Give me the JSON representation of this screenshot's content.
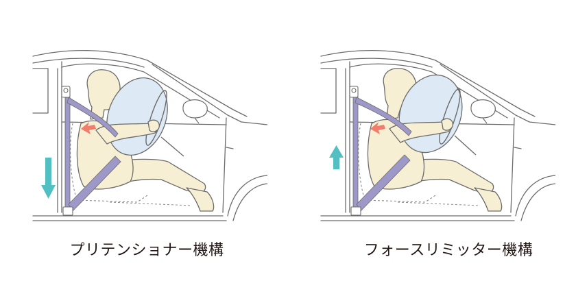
{
  "diagrams": [
    {
      "caption": "プリテンショナー機構",
      "arrow_direction": "down",
      "arrow_icon": "arrow-down-icon"
    },
    {
      "caption": "フォースリミッター機構",
      "arrow_direction": "up",
      "arrow_icon": "arrow-up-icon"
    }
  ],
  "colors": {
    "line": "#6b6b6b",
    "body_fill": "#f6efd3",
    "airbag_fill": "#dde9f5",
    "belt": "#9e98c8",
    "arrow": "#52bfc3",
    "force_arrow": "#f27d6d",
    "caption": "#231815"
  }
}
